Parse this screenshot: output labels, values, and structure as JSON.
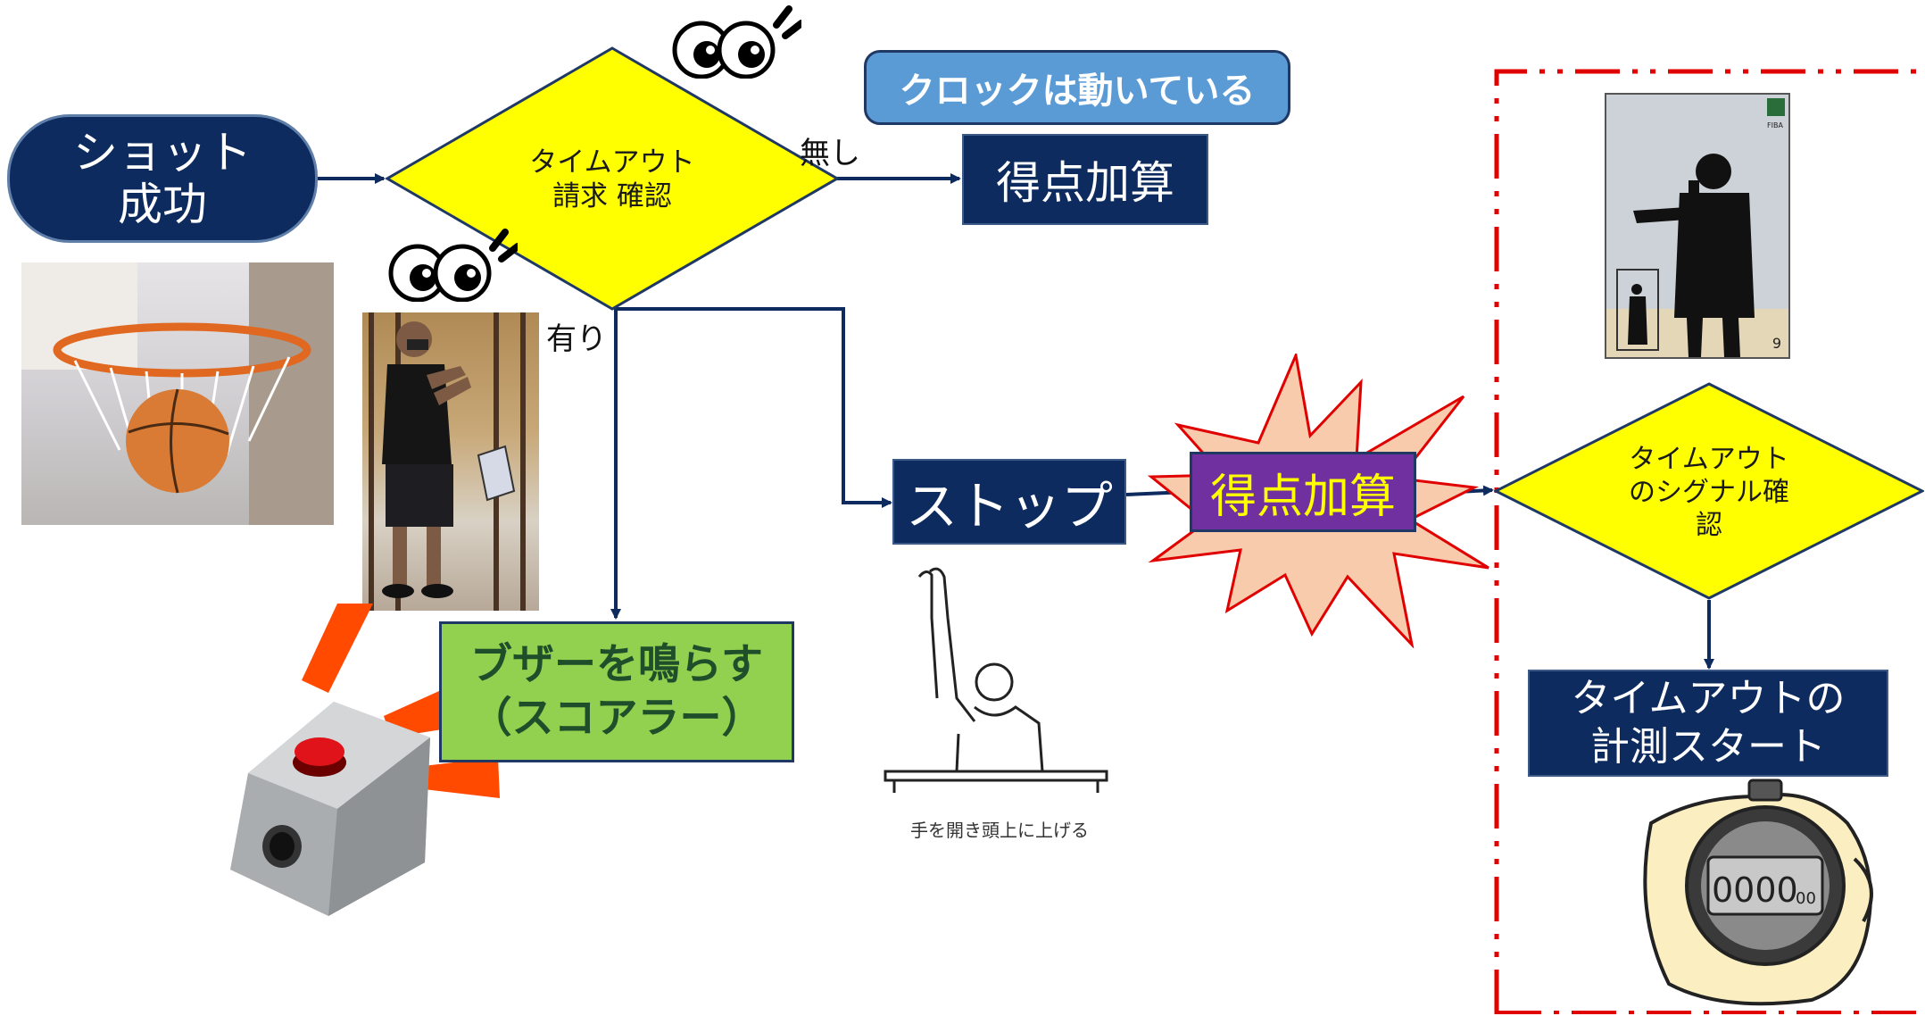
{
  "start": {
    "line1": "ショット",
    "line2": "成功"
  },
  "decision1": {
    "line1": "タイムアウト",
    "line2": "請求 確認"
  },
  "label_no": "無し",
  "label_yes": "有り",
  "clock_note": "クロックは動いている",
  "score_add_top": "得点加算",
  "stop": "ストップ",
  "score_add_burst": "得点加算",
  "buzzer": {
    "line1": "ブザーを鳴らす",
    "line2": "（スコアラー）"
  },
  "gesture_caption": "手を開き頭上に上げる",
  "decision2": {
    "line1": "タイムアウト",
    "line2": "のシグナル確",
    "line3": "認"
  },
  "timeout_start": {
    "line1": "タイムアウトの",
    "line2": "計測スタート"
  },
  "stopwatch_display": "0000",
  "stopwatch_small": "00",
  "card": {
    "brand": "FIBA",
    "number": "9"
  },
  "colors": {
    "navy": "#0d2b5e",
    "yellow": "#ffff00",
    "clock_blue": "#5b9bd5",
    "green": "#92d050",
    "purple": "#7030a0",
    "burst": "#f8cbad",
    "red": "#e00000"
  }
}
